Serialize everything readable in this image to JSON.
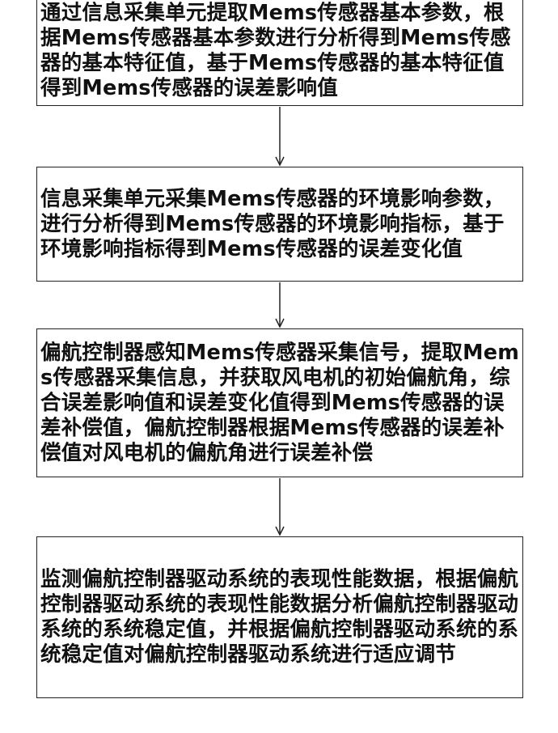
{
  "flowchart": {
    "steps": [
      {
        "id": "step-1",
        "text": "通过信息采集单元提取Mems传感器基本参数，根据Mems传感器基本参数进行分析得到Mems传感器的基本特征值，基于Mems传感器的基本特征值得到Mems传感器的误差影响值"
      },
      {
        "id": "step-2",
        "text": "信息采集单元采集Mems传感器的环境影响参数，进行分析得到Mems传感器的环境影响指标，基于环境影响指标得到Mems传感器的误差变化值"
      },
      {
        "id": "step-3",
        "text": "偏航控制器感知Mems传感器采集信号，提取Mems传感器采集信息，并获取风电机的初始偏航角，综合误差影响值和误差变化值得到Mems传感器的误差补偿值，偏航控制器根据Mems传感器的误差补偿值对风电机的偏航角进行误差补偿"
      },
      {
        "id": "step-4",
        "text": "监测偏航控制器驱动系统的表现性能数据，根据偏航控制器驱动系统的表现性能数据分析偏航控制器驱动系统的系统稳定值，并根据偏航控制器驱动系统的系统稳定值对偏航控制器驱动系统进行适应调节"
      }
    ],
    "colors": {
      "border": "#222222",
      "text": "#111111",
      "arrow": "#222222",
      "background": "#ffffff"
    }
  }
}
